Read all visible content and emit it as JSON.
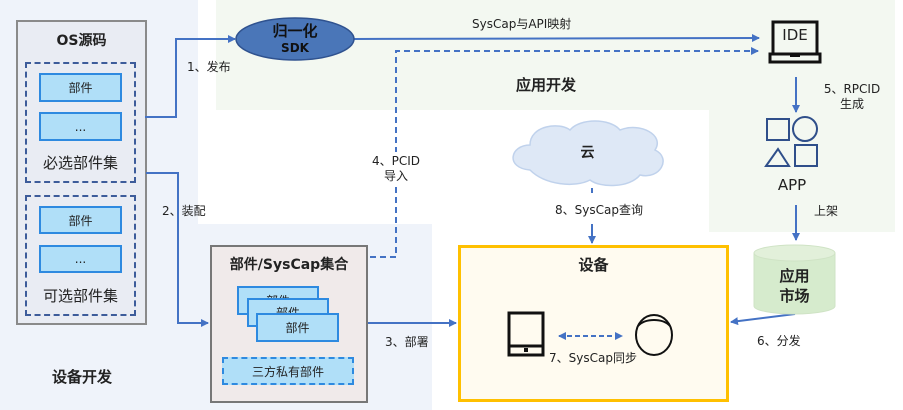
{
  "regions": {
    "device_dev": "设备开发",
    "app_dev": "应用开发"
  },
  "os_source": {
    "title": "OS源码",
    "required_set": {
      "label": "必选部件集",
      "items": [
        "部件",
        "..."
      ]
    },
    "optional_set": {
      "label": "可选部件集",
      "items": [
        "部件",
        "..."
      ]
    }
  },
  "sdk": {
    "line1": "归一化",
    "line2": "SDK"
  },
  "component_set": {
    "title": "部件/SysCap集合",
    "stack": [
      "部件",
      "部件",
      "部件"
    ],
    "third_party": "三方私有部件"
  },
  "ide": {
    "label": "IDE"
  },
  "app": {
    "label": "APP"
  },
  "market": {
    "line1": "应用",
    "line2": "市场"
  },
  "cloud": {
    "label": "云"
  },
  "device": {
    "title": "设备"
  },
  "steps": {
    "s1": "1、发布",
    "s2": "2、装配",
    "s3": "3、部署",
    "s4a": "4、PCID",
    "s4b": "导入",
    "s5a": "5、RPCID",
    "s5b": "生成",
    "s6": "6、分发",
    "s7": "7、SysCap同步",
    "s8": "8、SysCap查询",
    "mapping": "SysCap与API映射",
    "shelf": "上架"
  },
  "colors": {
    "arrow": "#4472c4",
    "sdk_fill": "#4a76b8",
    "device_border": "#ffc000",
    "market_fill": "#d6ebcd",
    "component_fill": "#b0dff8"
  }
}
